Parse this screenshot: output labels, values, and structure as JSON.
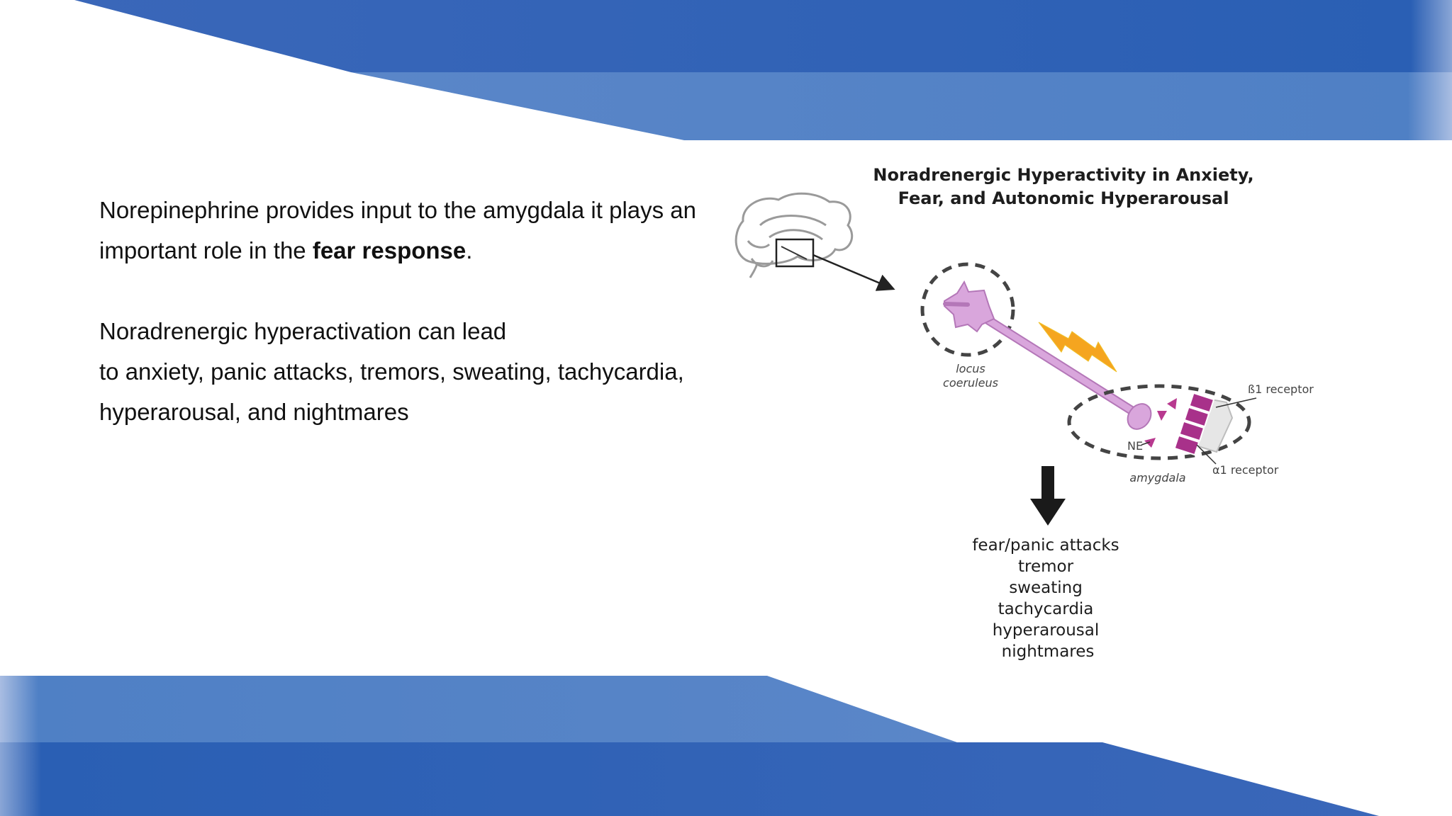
{
  "slide": {
    "paragraph1": {
      "line1": "Norepinephrine provides input to the amygdala it plays an",
      "line2_prefix": "important role in the ",
      "line2_bold": "fear response",
      "line2_suffix": "."
    },
    "paragraph2": {
      "lines": [
        "Noradrenergic hyperactivation can lead",
        "to anxiety, panic attacks, tremors, sweating, tachycardia,",
        "hyperarousal, and nightmares"
      ]
    }
  },
  "diagram": {
    "title_line1": "Noradrenergic Hyperactivity in Anxiety,",
    "title_line2": "Fear, and Autonomic Hyperarousal",
    "labels": {
      "locus_line1": "locus",
      "locus_line2": "coeruleus",
      "beta1": "ß1 receptor",
      "alpha1": "α1 receptor",
      "ne": "NE",
      "amygdala": "amygdala"
    },
    "effects": [
      "fear/panic attacks",
      "tremor",
      "sweating",
      "tachycardia",
      "hyperarousal",
      "nightmares"
    ],
    "colors": {
      "neuron": "#d9a6dc",
      "neuron_dark": "#b477b8",
      "ne_triangles": "#b8398f",
      "receptor": "#a8318a",
      "lightning": "#f5a51f",
      "banner_blue": "#2a62b4",
      "banner_light": "#4f7fc4"
    }
  }
}
